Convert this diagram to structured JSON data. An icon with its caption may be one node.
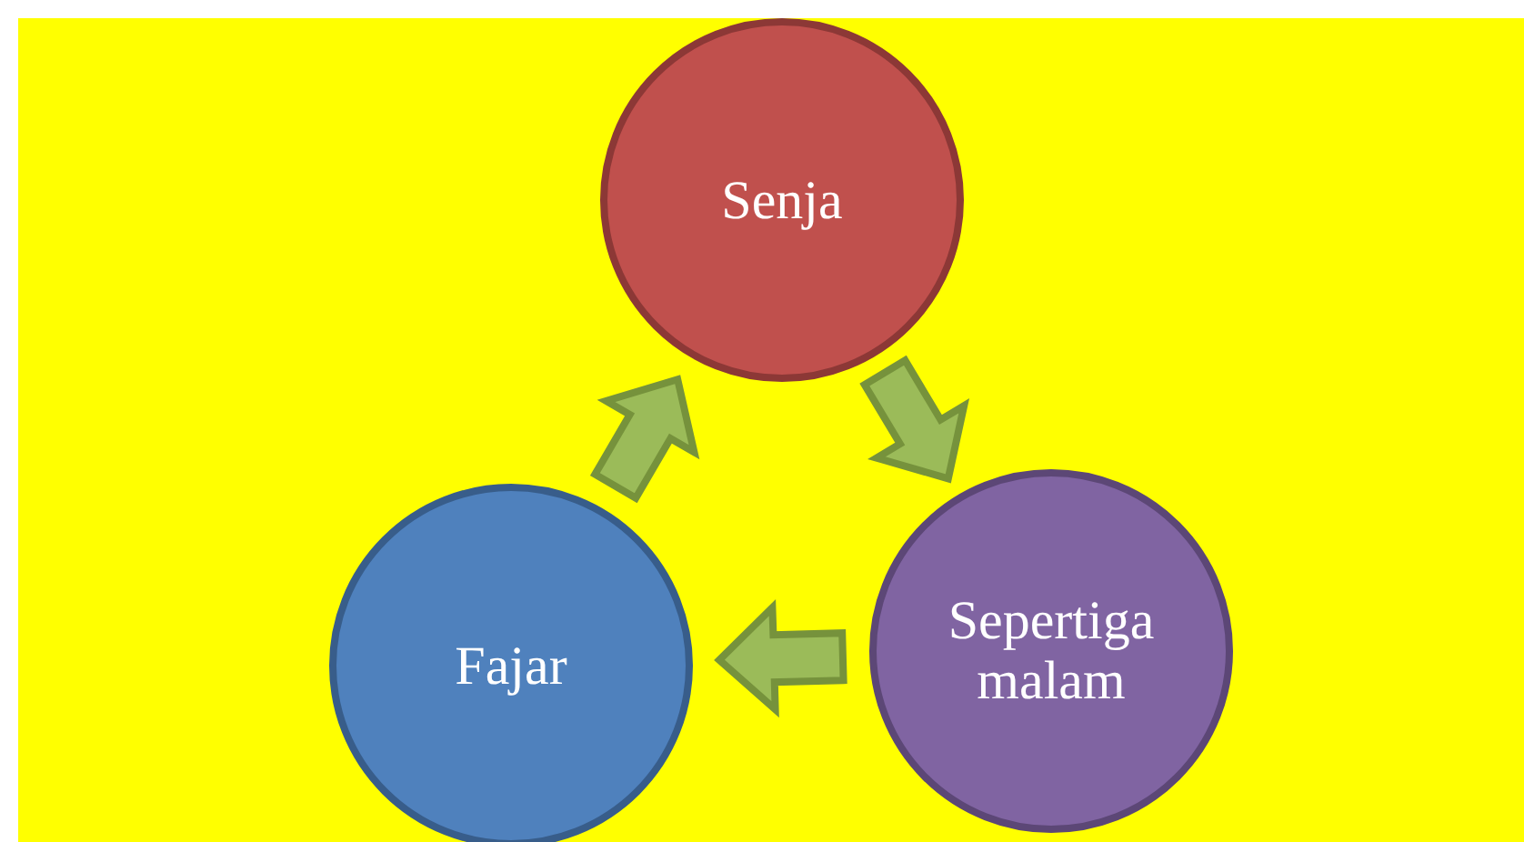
{
  "diagram": {
    "nodes": [
      {
        "text": [
          "Senja"
        ]
      },
      {
        "text": [
          "Fajar"
        ]
      },
      {
        "text": [
          "Sepertiga malam"
        ]
      }
    ],
    "edges": [
      {
        "from": 1,
        "to": 0,
        "arrow": "to"
      },
      {
        "from": 0,
        "to": 2,
        "arrow": "to"
      },
      {
        "from": 2,
        "to": 1,
        "arrow": "to"
      }
    ]
  }
}
